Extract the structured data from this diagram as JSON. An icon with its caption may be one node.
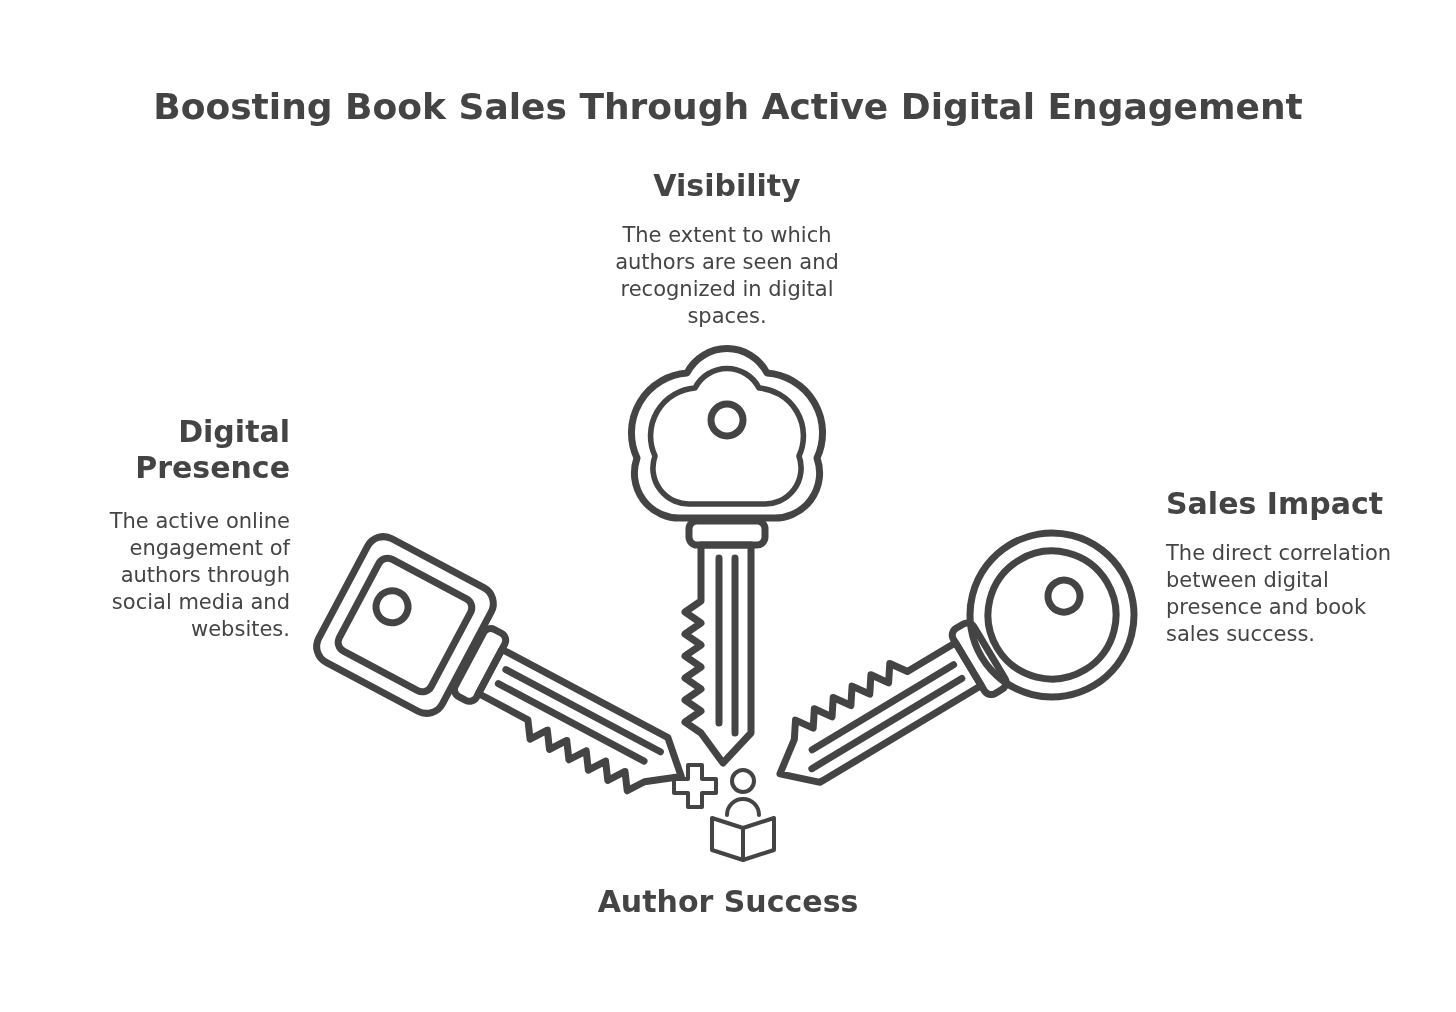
{
  "diagram": {
    "title": "Boosting Book Sales Through Active Digital Engagement",
    "labels": [
      "Visibility",
      "The extent to which authors are seen and recognized in digital spaces.",
      "Digital Presence",
      "The active online engagement of authors through social media and websites.",
      "Sales Impact",
      "The direct correlation between digital presence and book sales success.",
      "Author Success"
    ]
  }
}
